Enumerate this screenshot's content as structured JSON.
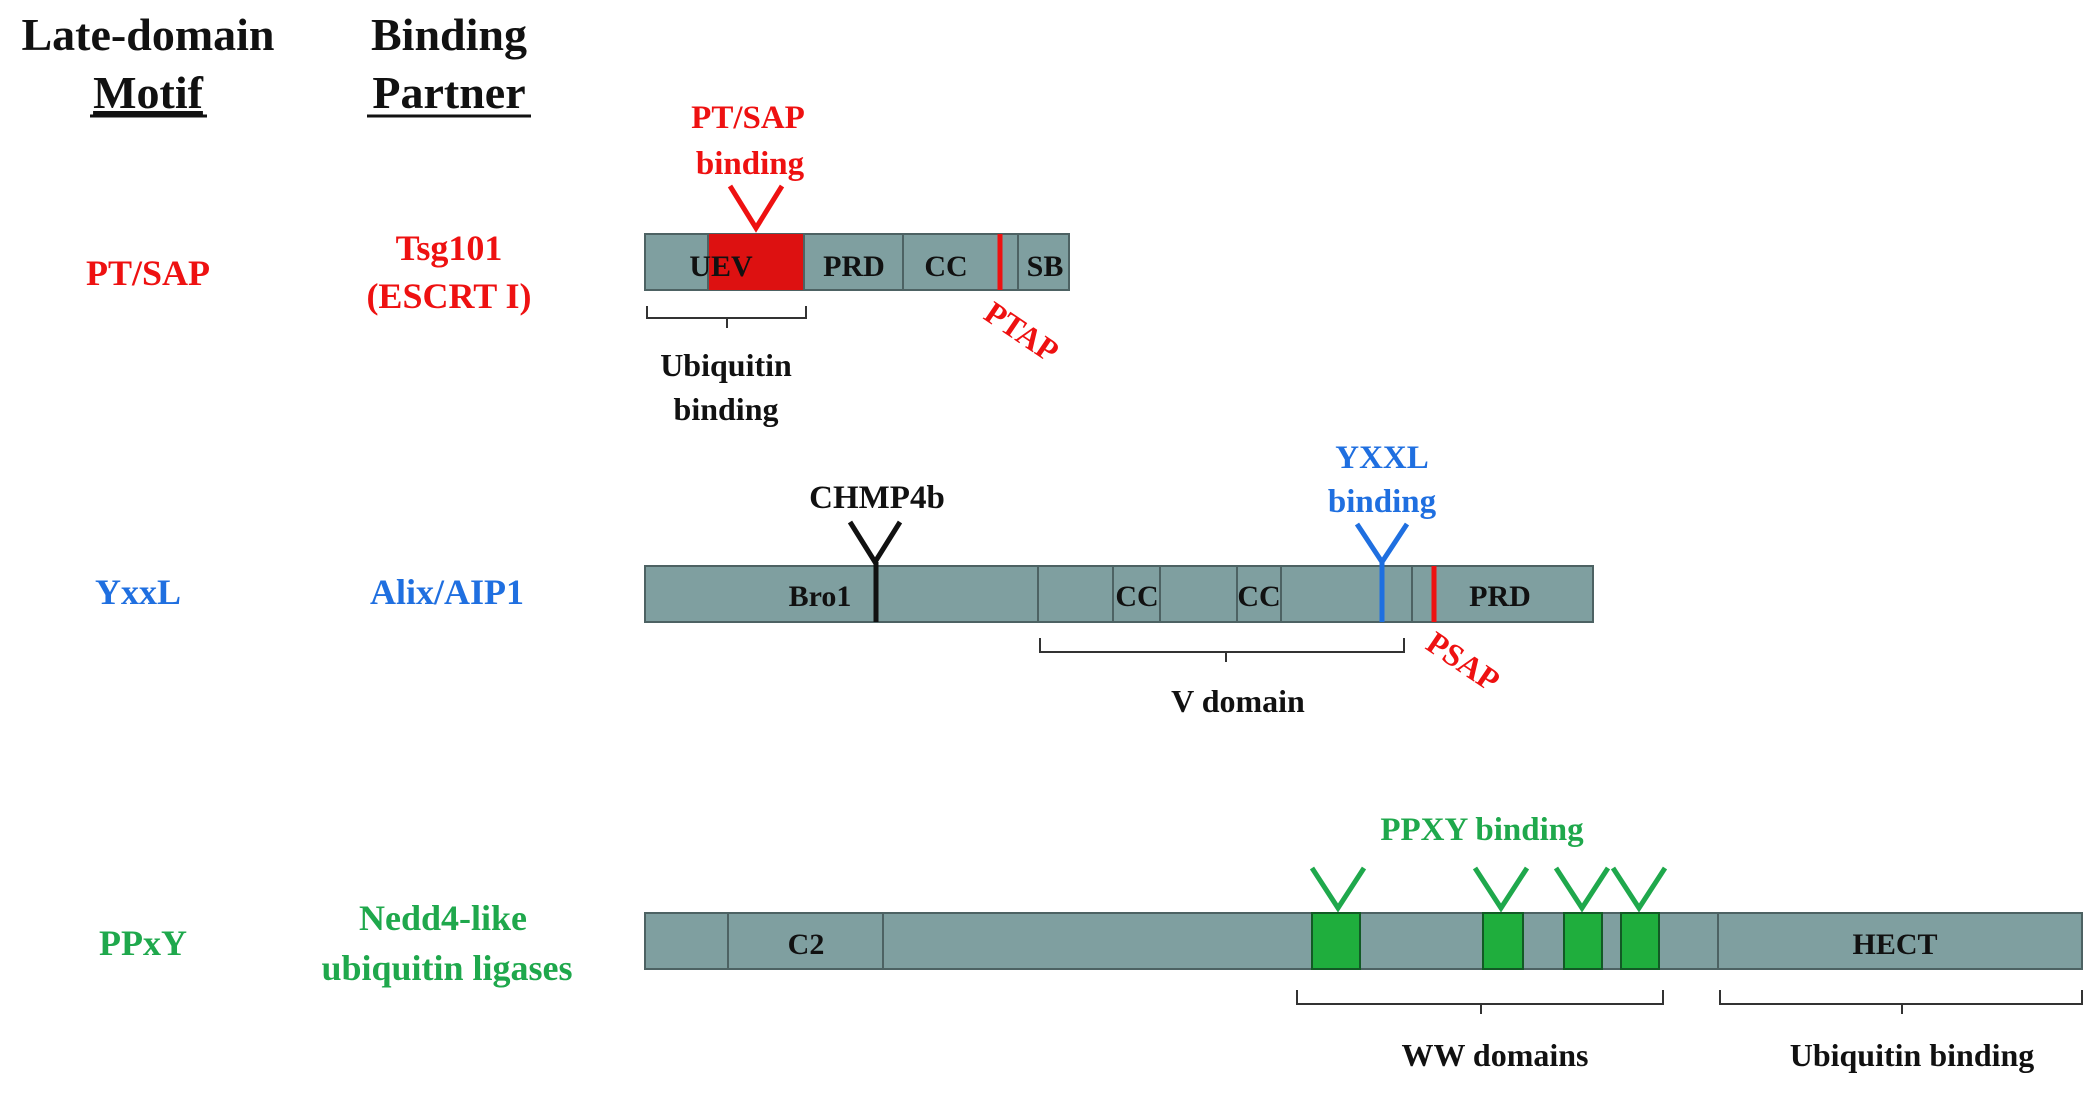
{
  "headers": {
    "motif_line1": "Late-domain",
    "motif_line2": "Motif",
    "partner_line1": "Binding",
    "partner_line2": "Partner"
  },
  "colors": {
    "red": "#ee1111",
    "blue": "#1f6fe0",
    "green": "#1fa84c",
    "protein": "#7f9fa0",
    "black": "#111111"
  },
  "rows": [
    {
      "motif": "PT/SAP",
      "partner_line1": "Tsg101",
      "partner_line2": "(ESCRT I)",
      "domains": [
        "UEV",
        "PRD",
        "CC",
        "SB"
      ],
      "binding_label_line1": "PT/SAP",
      "binding_label_line2": "binding",
      "site_label": "PTAP",
      "region_label_line1": "Ubiquitin",
      "region_label_line2": "binding"
    },
    {
      "motif": "YxxL",
      "partner": "Alix/AIP1",
      "domains": [
        "Bro1",
        "CC",
        "CC",
        "PRD"
      ],
      "chmp_label": "CHMP4b",
      "binding_label_line1": "YXXL",
      "binding_label_line2": "binding",
      "site_label": "PSAP",
      "region_label": "V domain"
    },
    {
      "motif": "PPxY",
      "partner_line1": "Nedd4-like",
      "partner_line2": "ubiquitin ligases",
      "domains": [
        "C2",
        "HECT"
      ],
      "binding_label": "PPXY binding",
      "region_label_ww": "WW domains",
      "region_label_ub": "Ubiquitin binding"
    }
  ]
}
